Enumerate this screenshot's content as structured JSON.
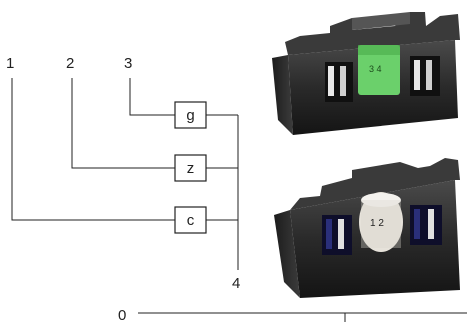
{
  "callouts": [
    {
      "id": "1",
      "text": "1"
    },
    {
      "id": "2",
      "text": "2"
    },
    {
      "id": "3",
      "text": "3"
    },
    {
      "id": "4",
      "text": "4"
    }
  ],
  "boxes": [
    {
      "text": "g"
    },
    {
      "text": "z"
    },
    {
      "text": "c"
    }
  ],
  "axis": {
    "zero_label": "0"
  },
  "devices": {
    "upper": {
      "dial_text": "3 4",
      "dial_color": "#6bd06b"
    },
    "lower": {
      "dial_text": "1 2",
      "dial_color": "#e6e2da"
    }
  }
}
